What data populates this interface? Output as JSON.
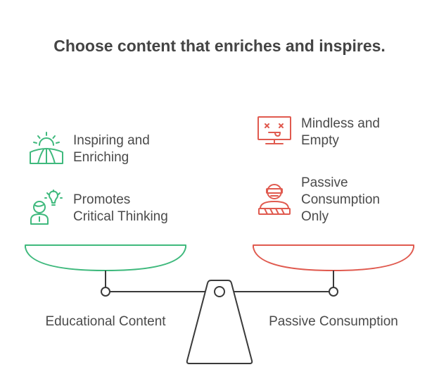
{
  "title": "Choose content that enriches and inspires.",
  "left_side": {
    "label": "Educational Content",
    "color": "#3fb97d",
    "items": [
      {
        "icon": "sunrise-field-icon",
        "text": "Inspiring and Enriching",
        "lines": [
          "Inspiring and",
          "Enriching"
        ]
      },
      {
        "icon": "person-lightbulb-icon",
        "text": "Promotes Critical Thinking",
        "lines": [
          "Promotes",
          "Critical Thinking"
        ]
      }
    ]
  },
  "right_side": {
    "label": "Passive Consumption",
    "color": "#e05a4f",
    "items": [
      {
        "icon": "tv-dizzy-face-icon",
        "text": "Mindless and Empty",
        "lines": [
          "Mindless and",
          "Empty"
        ]
      },
      {
        "icon": "blindfolded-person-icon",
        "text": "Passive Consumption Only",
        "lines": [
          "Passive",
          "Consumption",
          "Only"
        ]
      }
    ]
  },
  "scale_color": "#3a3a3a"
}
